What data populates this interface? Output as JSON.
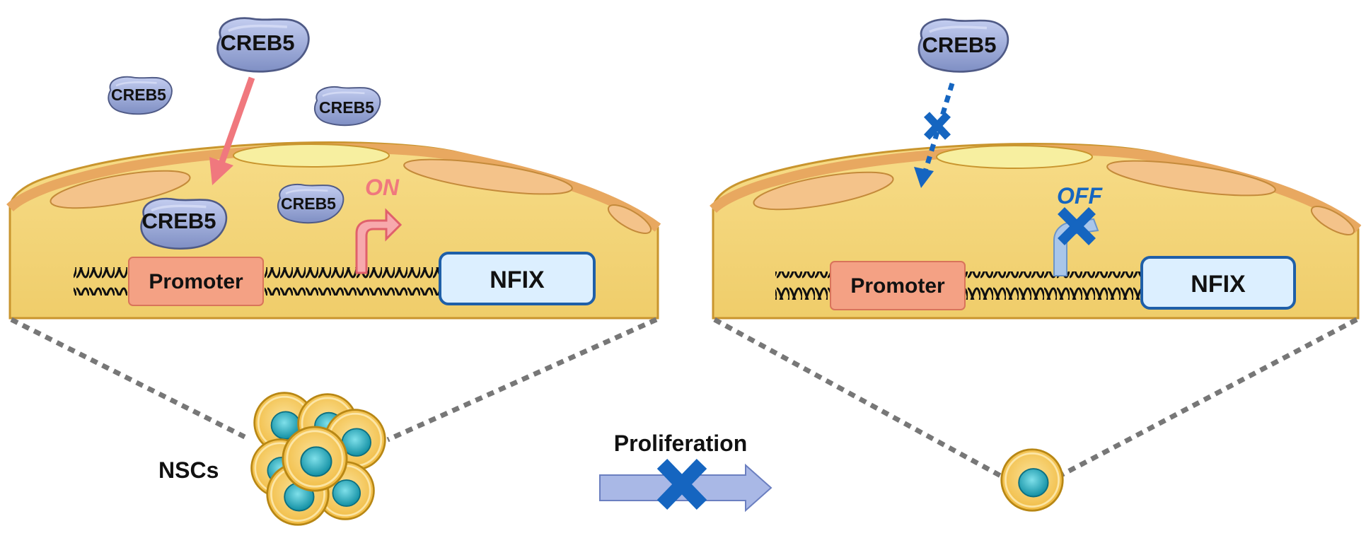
{
  "left_panel": {
    "proteins": [
      "CREB5",
      "CREB5",
      "CREB5",
      "CREB5",
      "CREB5"
    ],
    "promoter": "Promoter",
    "gene": "NFIX",
    "state": "ON",
    "state_color": "#f0787e",
    "cells_label": "NSCs"
  },
  "right_panel": {
    "protein": "CREB5",
    "promoter": "Promoter",
    "gene": "NFIX",
    "state": "OFF",
    "state_color": "#1565c0"
  },
  "middle": {
    "label": "Proliferation"
  },
  "colors": {
    "cytoplasm": "#f2d27a",
    "membrane": "#e8a860",
    "protein": "#9aa8d4",
    "promoter": "#f4a184",
    "gene_box": "#dcefff",
    "block_x": "#1565c0",
    "nucleus": "#20a6b8"
  }
}
